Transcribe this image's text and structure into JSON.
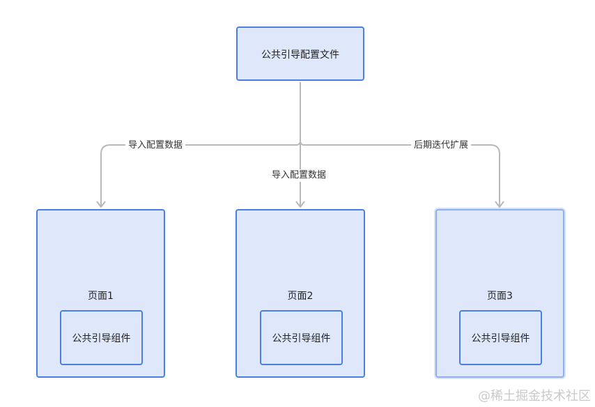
{
  "root": {
    "label": "公共引导配置文件"
  },
  "edges": {
    "left_label": "导入配置数据",
    "center_label": "导入配置数据",
    "right_label": "后期迭代扩展"
  },
  "pages": [
    {
      "title": "页面1",
      "component": "公共引导组件"
    },
    {
      "title": "页面2",
      "component": "公共引导组件"
    },
    {
      "title": "页面3",
      "component": "公共引导组件"
    }
  ],
  "watermark": "@稀土掘金技术社区",
  "colors": {
    "fill": "#dfe8fb",
    "border": "#4a7fe0",
    "edge": "#b8b8b8"
  }
}
